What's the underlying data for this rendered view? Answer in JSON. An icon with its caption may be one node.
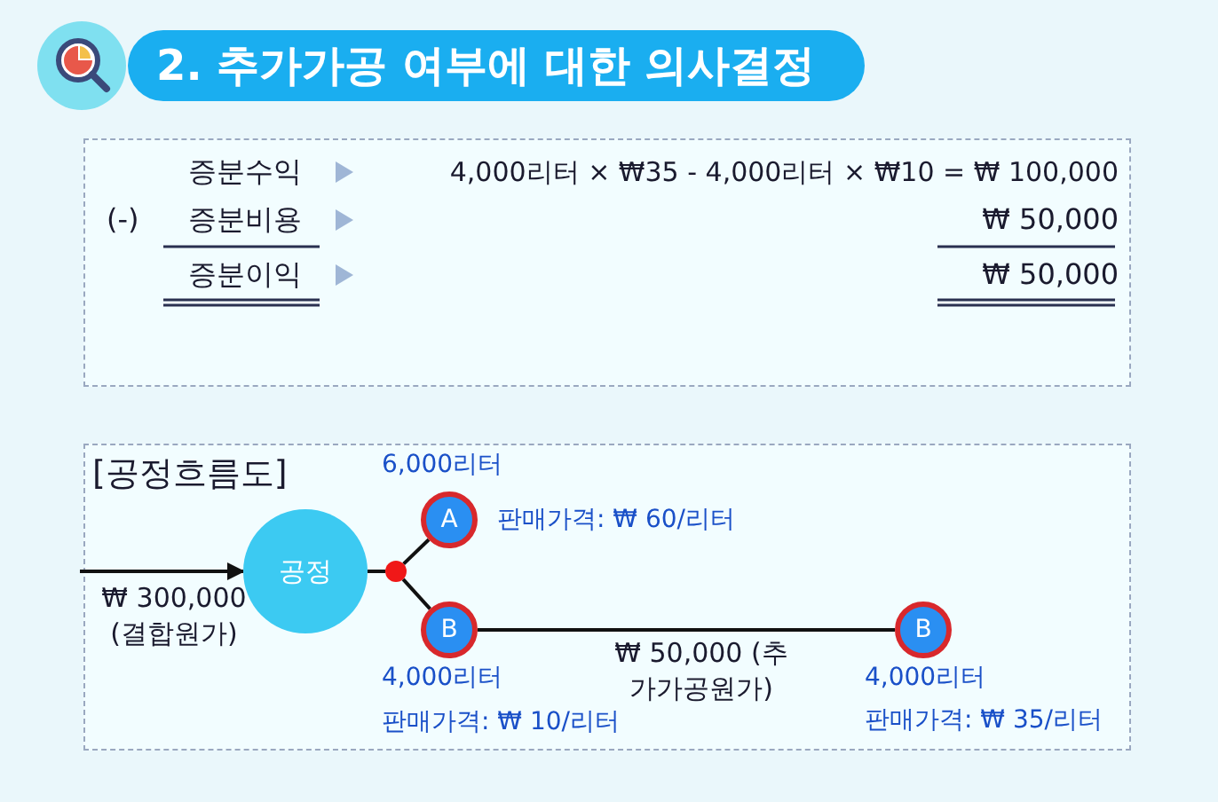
{
  "diagram": {
    "title": "2. 추가가공 여부에 대한 의사결정",
    "nodes": [
      {
        "text": [
          "공정"
        ]
      },
      {
        "text": [],
        "shape": "circle"
      },
      {
        "text": [
          "A"
        ],
        "beside": [
          "6,000리터",
          "판매가격: ₩ 60/리터"
        ]
      },
      {
        "text": [
          "B"
        ],
        "beside": [
          "4,000리터",
          "판매가격: ₩ 10/리터"
        ]
      },
      {
        "text": [
          "B"
        ],
        "beside": [
          "4,000리터",
          "판매가격: ₩ 35/리터"
        ]
      }
    ],
    "edges": [
      {
        "from": null,
        "to": 0,
        "arrow": "to",
        "label": "₩ 300,000 (결합원가)"
      },
      {
        "from": 0,
        "to": 1,
        "arrow": "none"
      },
      {
        "from": 1,
        "to": 2,
        "arrow": "none"
      },
      {
        "from": 1,
        "to": 3,
        "arrow": "none"
      },
      {
        "from": 3,
        "to": 4,
        "arrow": "none",
        "label": "₩ 50,000 (추가가공원가)"
      }
    ],
    "labels": [
      "증분수익",
      "4,000리터 × ₩35 - 4,000리터 × ₩10 = ₩ 100,000",
      "(-)",
      "증분비용",
      "₩ 50,000",
      "증분이익",
      "₩ 50,000",
      "[공정흐름도]"
    ]
  }
}
